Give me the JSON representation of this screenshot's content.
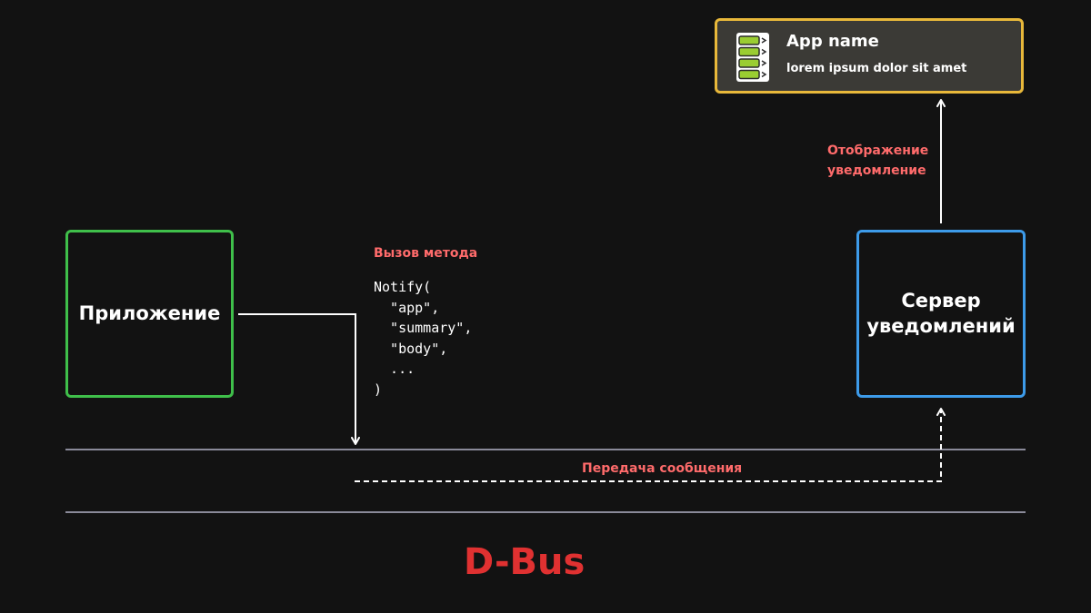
{
  "colors": {
    "background": "#121212",
    "app_border": "#3fbf4a",
    "server_border": "#3d9be9",
    "notification_border": "#e8b83a",
    "notification_bg": "#3b3a36",
    "notification_icon": "#9acd32",
    "label_text": "#ff6b6b",
    "bus_title": "#e03131",
    "bus_lines": "#8a8a99",
    "arrows": "#ffffff"
  },
  "app_box": {
    "label": "Приложение"
  },
  "server_box": {
    "label": "Сервер\nуведомлений"
  },
  "notification": {
    "icon": "server-list-icon",
    "title": "App name",
    "body": "lorem ipsum dolor sit amet"
  },
  "labels": {
    "method_call": "Вызов метода",
    "display": "Отображение\nуведомление",
    "transfer": "Передача сообщения"
  },
  "code": {
    "text": "Notify(\n  \"app\",\n  \"summary\",\n  \"body\",\n  ...\n)"
  },
  "bus": {
    "title": "D-Bus"
  }
}
